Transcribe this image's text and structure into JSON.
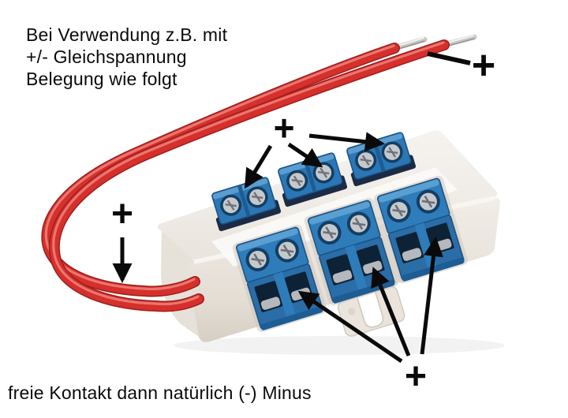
{
  "captions": {
    "top_lines": [
      "Bei Verwendung z.B. mit",
      "+/- Gleichspannung",
      "Belegung wie folgt"
    ],
    "bottom": "freie Kontakt dann natürlich (-) Minus"
  },
  "annotations": {
    "plus_wire_end": "+",
    "plus_top_row": "+",
    "plus_left_wires": "+",
    "plus_bottom_row": "+"
  },
  "photo": {
    "subject": "White distribution box with six blue screw terminal blocks and two red wires with stripped tinned ends",
    "colors": {
      "background": "#ffffff",
      "wire_red": "#d5302c",
      "wire_red_dark": "#9e1f1e",
      "terminal_blue": "#2b77b5",
      "terminal_blue_dark": "#143e63",
      "box_body": "#efebe5",
      "box_shade": "#ddd6cc",
      "screw_silver": "#c6c9cc",
      "annotation_black": "#0a0a0a"
    }
  }
}
